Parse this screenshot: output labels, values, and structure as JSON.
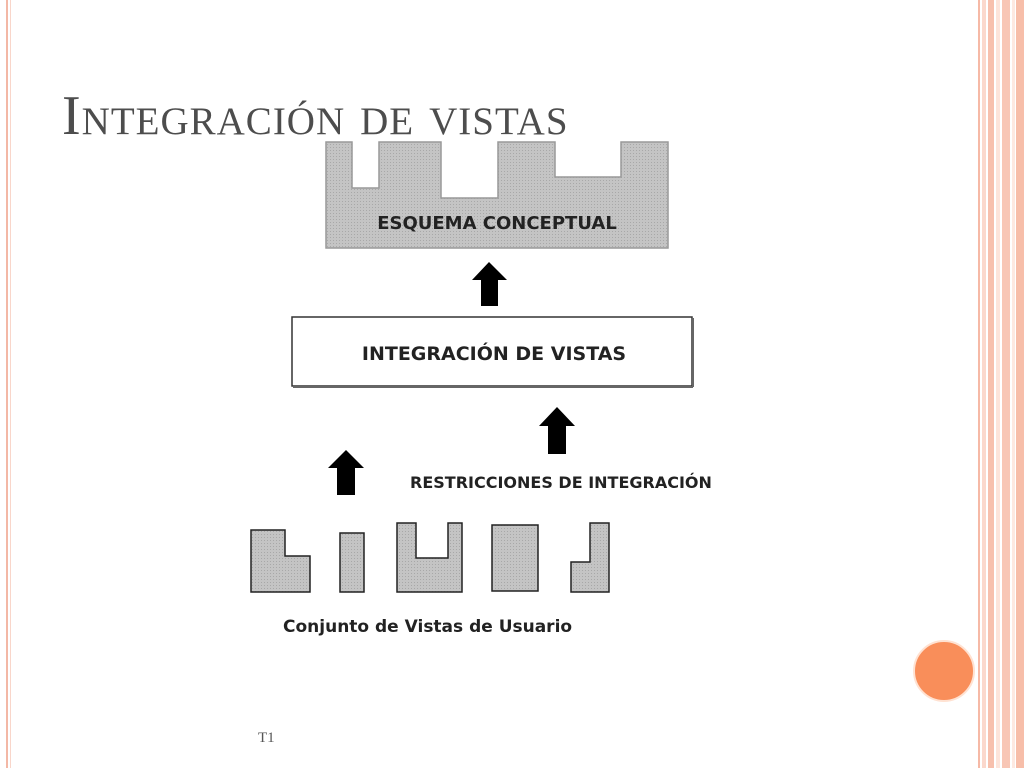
{
  "slide": {
    "title": "Integración de vistas",
    "footer_code": "T1"
  },
  "diagram": {
    "top_box_label": "ESQUEMA CONCEPTUAL",
    "middle_box_label": "INTEGRACIÓN DE VISTAS",
    "constraints_label": "RESTRICCIONES DE INTEGRACIÓN",
    "views_label": "Conjunto de Vistas de Usuario"
  },
  "colors": {
    "shape_fill": "#c0c0c0",
    "accent_circle": "#f98e5a",
    "stripe_pink": "#f7c6b6",
    "title_gray": "#4d4d4d"
  },
  "icons": {
    "arrow": "up-arrow-icon",
    "nav": "circle-button-icon"
  }
}
